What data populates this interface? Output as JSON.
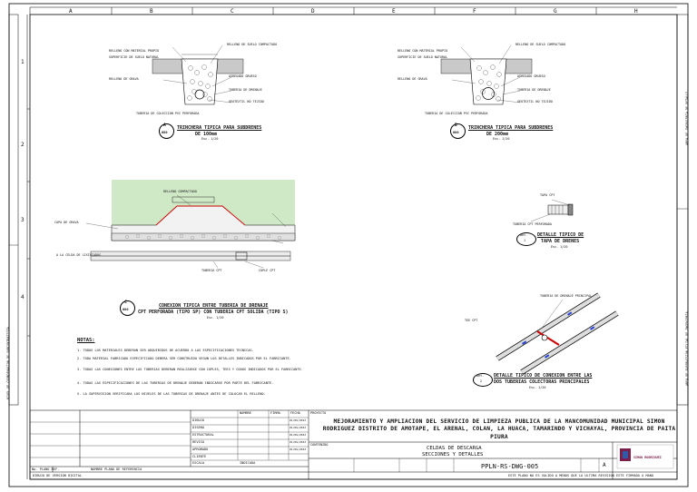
{
  "grid": {
    "letters": [
      "A",
      "B",
      "C",
      "D",
      "E",
      "F",
      "G",
      "H"
    ],
    "numbers": [
      "1",
      "2",
      "3",
      "4"
    ]
  },
  "left_strip": {
    "label": "NIVEL DE COORDENACION DE SUBCONTRATISTA"
  },
  "right_strip": {
    "labels": [
      "AREA DE INGENIERIA DE DETALLE",
      "AREA DE SUPERVISION FILIAL DE INGENIERIA"
    ]
  },
  "detail_a": {
    "letter": "A",
    "sheet": "080",
    "title": "TRINCHERA TIPICA PARA SUBDRENES",
    "subtitle": "DE 100mm",
    "scale": "Esc. 1/20",
    "notes_left": [
      "RELLENO CON MATERIAL PROPIO",
      "SUPERFICIE DE SUELO NATURAL",
      "RELLENO DE GRAVA"
    ],
    "notes_right": [
      "RELLENO DE SUELO COMPACTADO",
      "AGREGADO GRUESO",
      "TUBERIA DE DRENAJE",
      "GEOTEXTIL NO TEJIDO"
    ],
    "bottom_note": "TUBERIA DE COLECCION PVC PERFORADA"
  },
  "detail_b": {
    "letter": "B",
    "sheet": "080",
    "title": "TRINCHERA TIPICA PARA SUBDRENES",
    "subtitle": "DE 200mm",
    "scale": "Esc. 1/20",
    "notes_left": [
      "RELLENO CON MATERIAL PROPIO",
      "SUPERFICIE DE SUELO NATURAL",
      "RELLENO DE GRAVA"
    ],
    "notes_right": [
      "RELLENO DE SUELO COMPACTADO",
      "AGREGADO GRUESO",
      "TUBERIA DE DRENAJE",
      "GEOTEXTIL NO TEJIDO"
    ],
    "bottom_note": "TUBERIA DE COLECCION PVC PERFORADA"
  },
  "detail_c": {
    "letter": "C",
    "sheet": "080",
    "title": "CONEXION TIPICA ENTRE TUBERIA DE DRENAJE",
    "subtitle": "CPT PERFORADA (TIPO SP) CON TUBERIA CPT SOLIDA (TIPO S)",
    "scale": "Esc. 1/20",
    "notes": [
      "RELLENO COMPACTADO",
      "CAPA DE GRAVA",
      "TUBERIA CPT",
      "COPLE CPT",
      "A LA CELDA DE LIXIVIADOS"
    ]
  },
  "detail_tapa": {
    "det_label": "Det.",
    "number": "1",
    "title": "DETALLE TIPICO DE",
    "subtitle": "TAPA DE DRENES",
    "scale": "Esc. 1/20",
    "notes": [
      "TAPA CPT",
      "TUBERIA CPT PERFORADA"
    ]
  },
  "detail_conexion": {
    "det_label": "Det.",
    "number": "2",
    "title": "DETALLE TIPICO DE CONEXION ENTRE LAS",
    "subtitle": "DOS TUBERIAS COLECTORAS PRINCIPALES",
    "scale": "Esc. 1/20",
    "notes": [
      "TUBERIA DE DRENAJE PRINCIPAL",
      "TEE CPT"
    ]
  },
  "notes": {
    "heading": "NOTAS:",
    "items": [
      "1. TODOS LOS MATERIALES DEBERAN SER ADQUIRIDOS DE ACUERDO A LAS ESPECIFICACIONES TECNICAS.",
      "2. TODA MATERIAL FABRICADO ESPECIFICADO DEBERA SER CONSTRUIDO SEGUN LOS DETALLES INDICADOS POR EL FABRICANTE.",
      "3. TODAS LAS CONEXIONES ENTRE LAS TUBERIAS DEBERAN REALIZARSE CON COPLES, TEES Y CODOS INDICADOS POR EL FABRICANTE.",
      "4. TODAS LAS ESPECIFICACIONES DE LAS TUBERIAS DE DRENAJE DEBERAN INDICARSE POR PARTE DEL FABRICANTE.",
      "5. LA SUPERVISION VERIFICARA LOS NIVELES DE LAS TUBERIAS DE DRENAJE ANTES DE COLOCAR EL RELLENO."
    ]
  },
  "title_block": {
    "rows": [
      "DIBUJO",
      "DISENO",
      "ESTRUCTURAL",
      "REVISO",
      "APROBADO",
      "CLIENTE",
      "ESCALA",
      "PROYECTO"
    ],
    "col_headers": [
      "NOMBRE",
      "FIRMA",
      "FECHA"
    ],
    "dates": [
      "01/06/2023",
      "01/06/2023",
      "01/06/2023",
      "01/06/2023",
      "01/06/2023"
    ],
    "scale_value": "INDICADA",
    "project_label": "PROYECTO",
    "project_name": "MEJORAMIENTO Y AMPLIACION DEL SERVICIO DE LIMPIEZA PUBLICA DE LA MANCOMUNIDAD MUNICIPAL SIMON RODRIGUEZ DISTRITO DE AMOTAPE, EL ARENAL, COLAN, LA HUACA, TAMARINDO Y VICHAYAL, PROVINCIA DE PAITA PIURA",
    "contents_label": "CONTENIDO",
    "contents": [
      "CELDAS DE DESCARGA",
      "SECCIONES Y DETALLES"
    ],
    "drawing_no": "PPLN-RS-DWG-005",
    "rev": "A",
    "client_name": "SIMON RODRIGUEZ",
    "lower_labels": [
      "No. PLANO REF.",
      "NOMBRE PLANO DE REFERENCIA"
    ],
    "footer_left": "DIBUJO DE VERSION DIGITAL",
    "footer_right": "ESTE PLANO NO ES VALIDO A MENOS QUE LA ULTIMA REVISION ESTE FIRMADA A MANO"
  }
}
